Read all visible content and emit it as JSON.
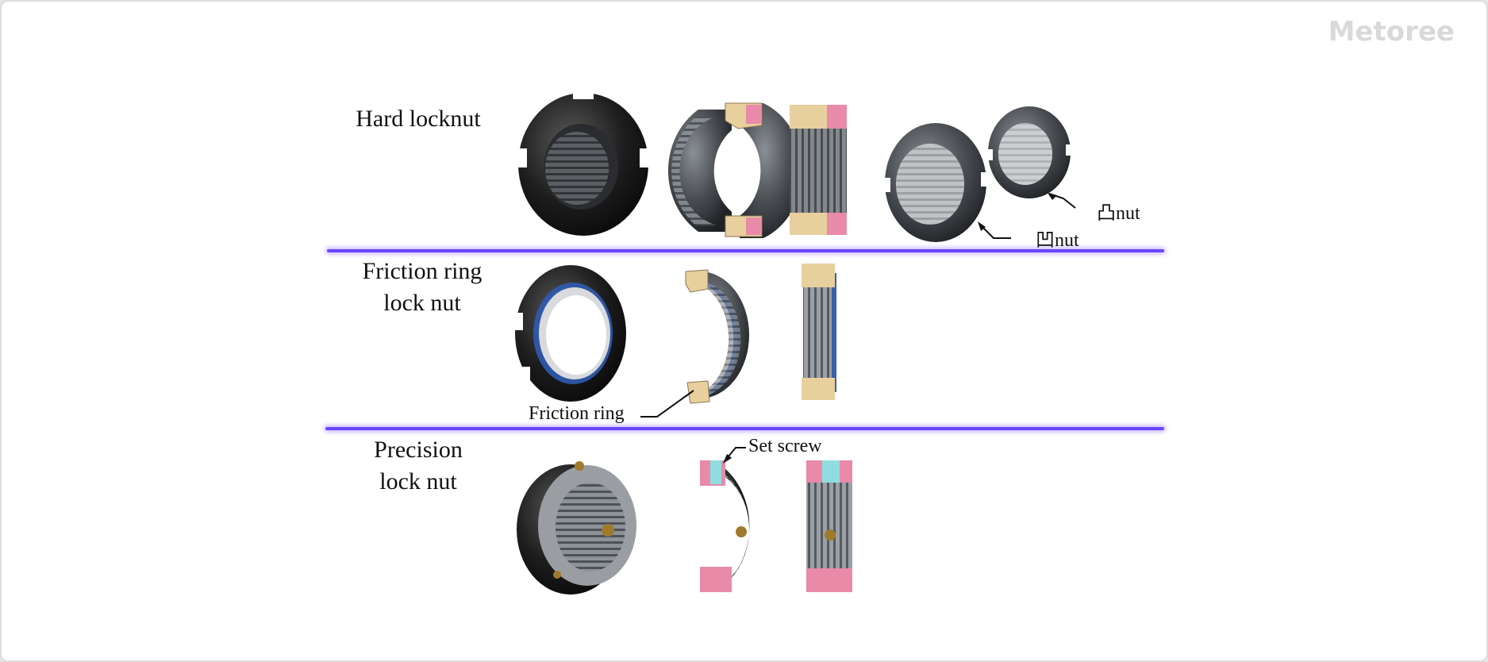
{
  "watermark": "Metoree",
  "rows": [
    {
      "title_line1": "Hard locknut",
      "title_line2": ""
    },
    {
      "title_line1": "Friction ring",
      "title_line2": "lock nut"
    },
    {
      "title_line1": "Precision",
      "title_line2": "lock nut"
    }
  ],
  "callouts": {
    "convex_nut": "凸nut",
    "concave_nut": "凹nut",
    "friction_ring": "Friction ring",
    "set_screw": "Set screw"
  },
  "colors": {
    "divider": "#6a45ff",
    "section_tan": "#e8cf9e",
    "section_pink": "#e88aa8",
    "set_screw_cyan": "#8fdde0",
    "steel": "#5a5e63"
  }
}
